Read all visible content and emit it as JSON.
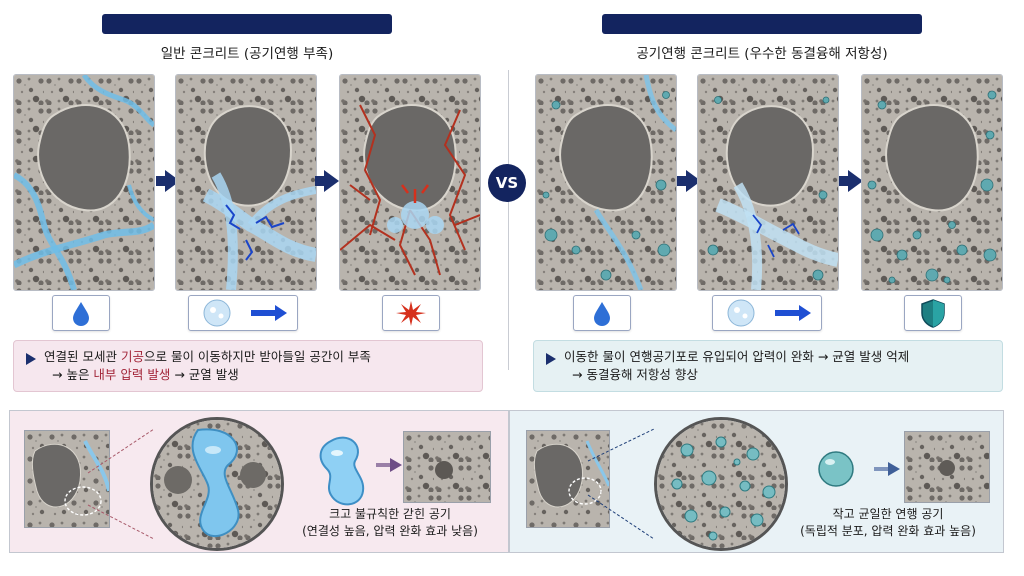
{
  "left": {
    "title": "일반 콘크리트 (공기연행 부족)",
    "note_line1_prefix": "연결된 모세관 ",
    "note_line1_highlight": "기공",
    "note_line1_suffix": "으로 물이 이동하지만 받아들일 공간이 부족",
    "note_line2_prefix": "→ 높은 ",
    "note_line2_highlight": "내부 압력 발생",
    "note_line2_suffix": " → 균열 발생",
    "caption_line1": "크고 불규칙한 갇힌 공기",
    "caption_line2": "(연결성 높음, 압력 완화 효과 낮음)"
  },
  "right": {
    "title": "공기연행 콘크리트 (우수한 동결융해 저항성)",
    "note_line1": "이동한 물이 연행공기포로 유입되어 압력이 완화 → 균열 발생 억제",
    "note_line2": "→ 동결융해 저항성 향상",
    "caption_line1": "작고 균일한 연행 공기",
    "caption_line2": "(독립적 분포, 압력 완화 효과 높음)"
  },
  "vs_label": "VS",
  "icons": [
    "water-drop-icon",
    "ice-crystal-icon",
    "arrow-right-icon",
    "crack-burst-icon",
    "shield-icon"
  ],
  "colors": {
    "navy": "#13245f",
    "water": "#5fb4e6",
    "crack": "#c0392b",
    "left_bg": "#f6e7ee",
    "right_bg": "#e6f1f3"
  }
}
